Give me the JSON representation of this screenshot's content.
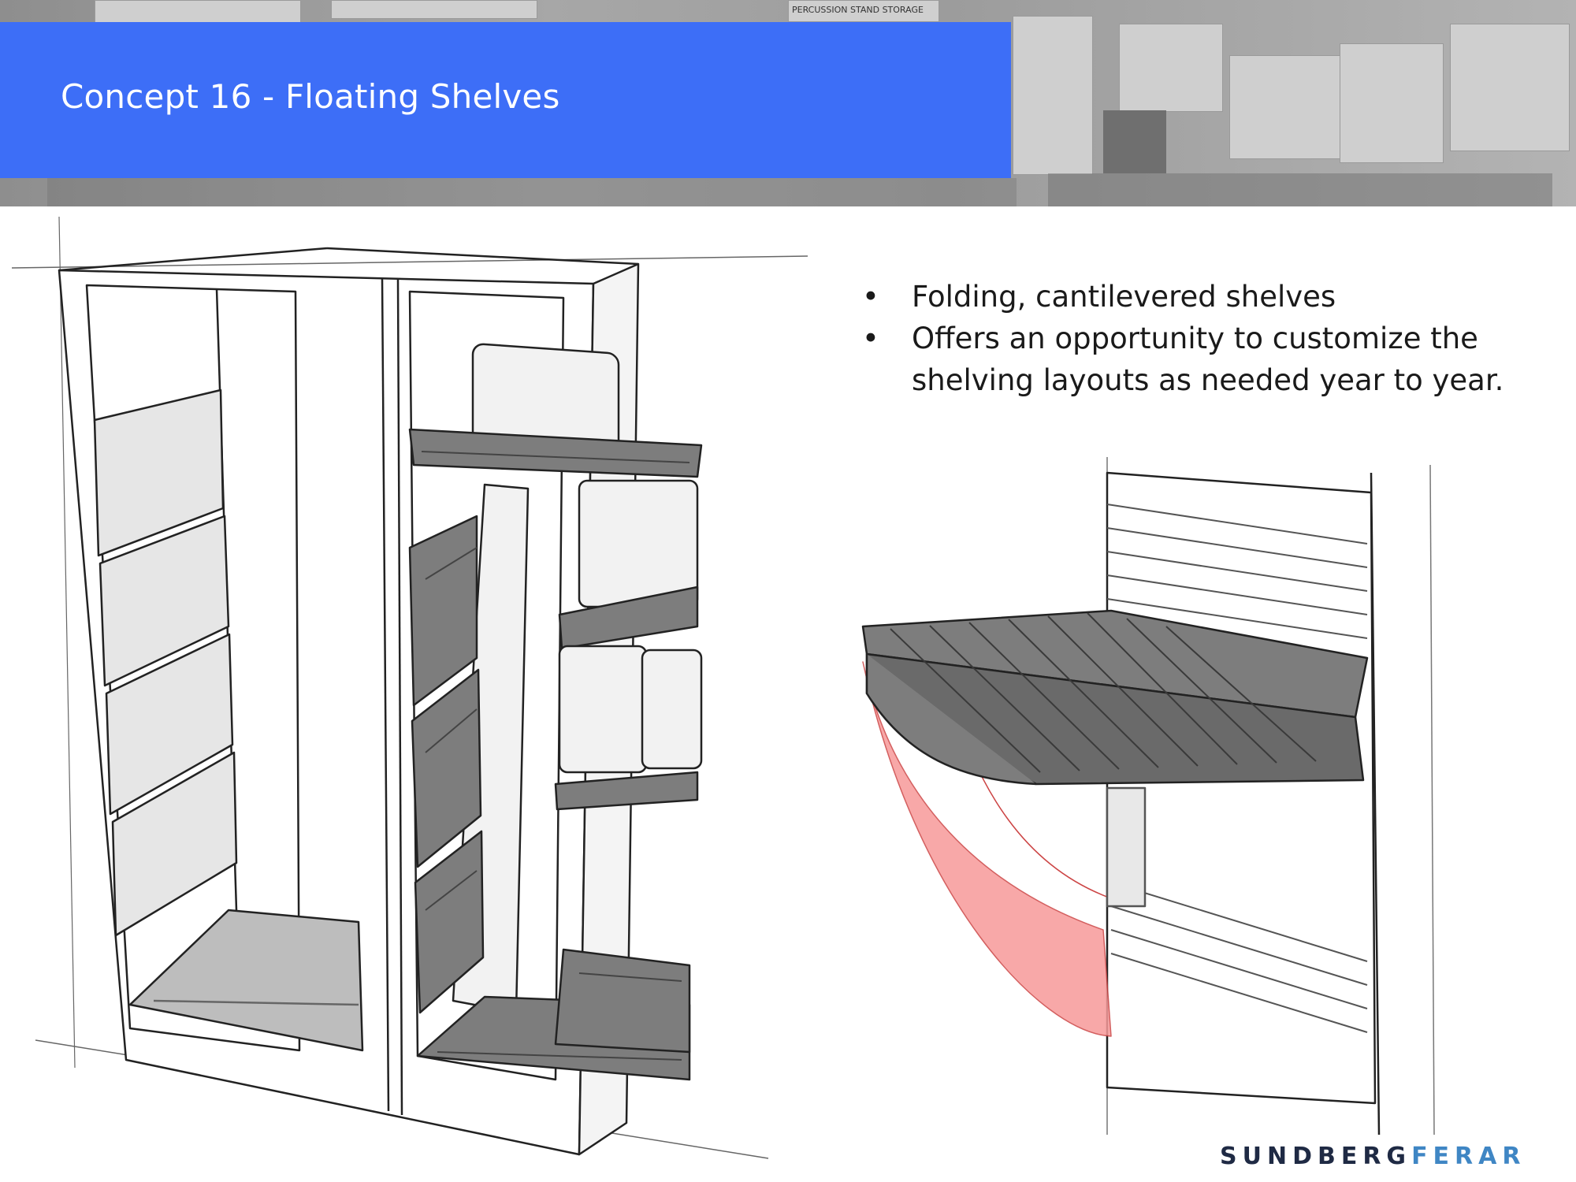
{
  "slide": {
    "title": "Concept 16 - Floating Shelves",
    "bullets": [
      {
        "marker": "•",
        "text": "Folding, cantilevered shelves"
      },
      {
        "marker": "•",
        "text": "Offers an opportunity to customize the shelving layouts as needed year to year."
      }
    ],
    "header_photo_sign": "PERCUSSION STAND STORAGE",
    "logo": {
      "part1": "SUNDBERG",
      "part2": "FERAR"
    }
  },
  "colors": {
    "title_bar": "#3d6ef7",
    "shelf_gray": "#7d7d7d",
    "bracket_pink": "#f79a9a",
    "logo_dark": "#1f2a44",
    "logo_blue": "#3f86c4"
  }
}
